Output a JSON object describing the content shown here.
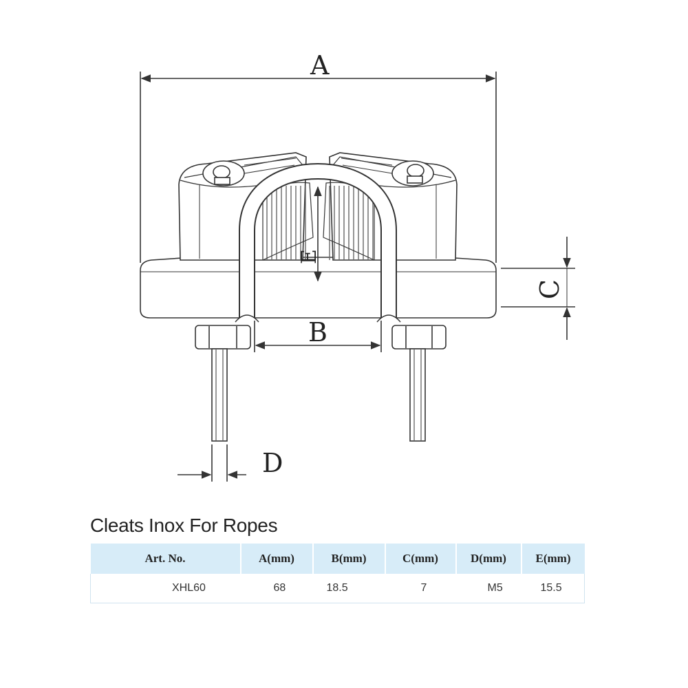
{
  "drawing": {
    "labels": {
      "a": "A",
      "b": "B",
      "c": "C",
      "d": "D",
      "e": "E"
    }
  },
  "title": "Cleats Inox For Ropes",
  "table": {
    "headers": [
      "Art. No.",
      "A(mm)",
      "B(mm)",
      "C(mm)",
      "D(mm)",
      "E(mm)"
    ],
    "rows": [
      [
        "XHL60",
        "68",
        "18.5",
        "7",
        "M5",
        "15.5"
      ]
    ]
  }
}
